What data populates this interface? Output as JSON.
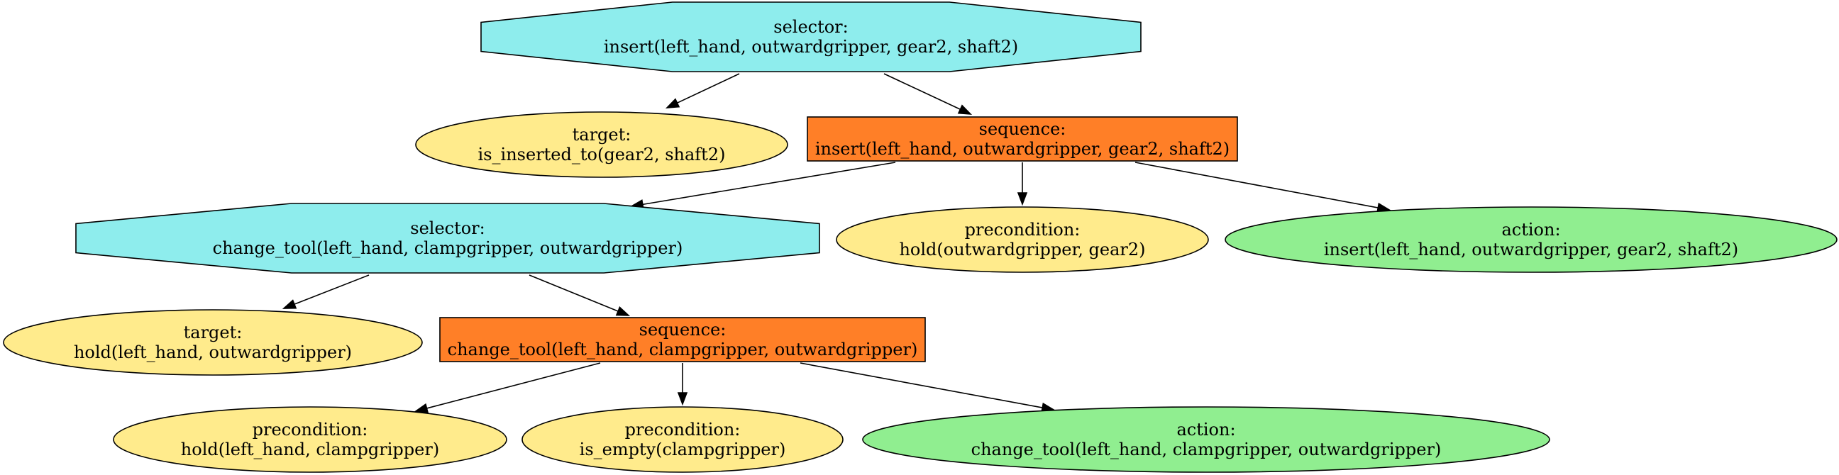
{
  "colors": {
    "selector": "#8EEDED",
    "sequence": "#FF7F27",
    "condition": "#FFEB8C",
    "action": "#90EE90"
  },
  "nodes": {
    "root_selector": {
      "kind": "selector",
      "line1": "selector:",
      "line2": "insert(left_hand, outwardgripper, gear2, shaft2)"
    },
    "target_inserted": {
      "kind": "condition",
      "line1": "target:",
      "line2": "is_inserted_to(gear2, shaft2)"
    },
    "sequence_insert": {
      "kind": "sequence",
      "line1": "sequence:",
      "line2": "insert(left_hand, outwardgripper, gear2, shaft2)"
    },
    "selector_change_tool": {
      "kind": "selector",
      "line1": "selector:",
      "line2": "change_tool(left_hand, clampgripper, outwardgripper)"
    },
    "precondition_hold_gear": {
      "kind": "condition",
      "line1": "precondition:",
      "line2": "hold(outwardgripper, gear2)"
    },
    "action_insert": {
      "kind": "action",
      "line1": "action:",
      "line2": "insert(left_hand, outwardgripper, gear2, shaft2)"
    },
    "target_hold": {
      "kind": "condition",
      "line1": "target:",
      "line2": "hold(left_hand, outwardgripper)"
    },
    "sequence_change_tool": {
      "kind": "sequence",
      "line1": "sequence:",
      "line2": "change_tool(left_hand, clampgripper, outwardgripper)"
    },
    "precondition_hold_clamp": {
      "kind": "condition",
      "line1": "precondition:",
      "line2": "hold(left_hand, clampgripper)"
    },
    "precondition_empty": {
      "kind": "condition",
      "line1": "precondition:",
      "line2": "is_empty(clampgripper)"
    },
    "action_change_tool": {
      "kind": "action",
      "line1": "action:",
      "line2": "change_tool(left_hand, clampgripper, outwardgripper)"
    }
  },
  "edges": [
    [
      "root_selector",
      "target_inserted"
    ],
    [
      "root_selector",
      "sequence_insert"
    ],
    [
      "sequence_insert",
      "selector_change_tool"
    ],
    [
      "sequence_insert",
      "precondition_hold_gear"
    ],
    [
      "sequence_insert",
      "action_insert"
    ],
    [
      "selector_change_tool",
      "target_hold"
    ],
    [
      "selector_change_tool",
      "sequence_change_tool"
    ],
    [
      "sequence_change_tool",
      "precondition_hold_clamp"
    ],
    [
      "sequence_change_tool",
      "precondition_empty"
    ],
    [
      "sequence_change_tool",
      "action_change_tool"
    ]
  ]
}
